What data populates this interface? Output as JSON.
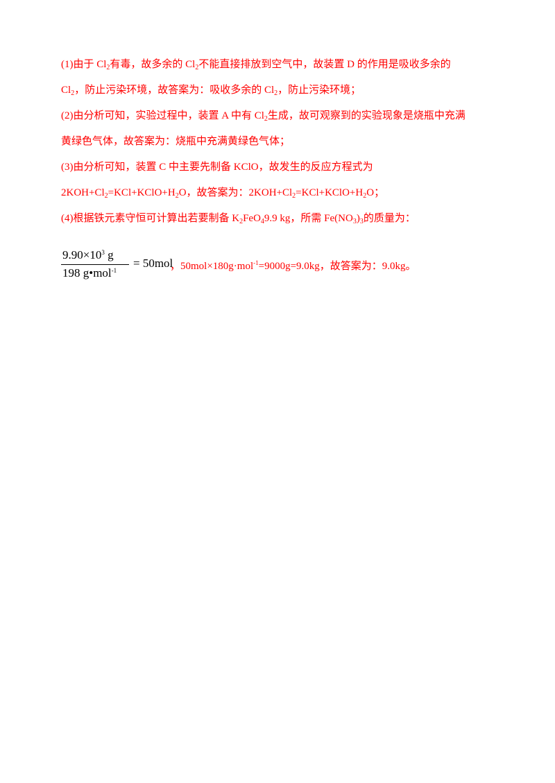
{
  "lines": [
    [
      {
        "t": "(1)由于 Cl"
      },
      {
        "sub": "2"
      },
      {
        "t": "有毒，故多余的 Cl"
      },
      {
        "sub": "2"
      },
      {
        "t": "不能直接排放到空气中，故装置 D 的作用是吸收多余的"
      }
    ],
    [
      {
        "t": "Cl"
      },
      {
        "sub": "2"
      },
      {
        "t": "，防止污染环境，故答案为：吸收多余的 Cl"
      },
      {
        "sub": "2"
      },
      {
        "t": "，防止污染环境；"
      }
    ],
    [
      {
        "t": "(2)由分析可知，实验过程中，装置 A 中有 Cl"
      },
      {
        "sub": "2"
      },
      {
        "t": "生成，故可观察到的实验现象是烧瓶中充满"
      }
    ],
    [
      {
        "t": "黄绿色气体，故答案为：烧瓶中充满黄绿色气体；"
      }
    ],
    [
      {
        "t": "(3)由分析可知，装置 C 中主要先制备 KClO，故发生的反应方程式为"
      }
    ],
    [
      {
        "t": "2KOH+Cl"
      },
      {
        "sub": "2"
      },
      {
        "t": "=KCl+KClO+H"
      },
      {
        "sub": "2"
      },
      {
        "t": "O，故答案为：2KOH+Cl"
      },
      {
        "sub": "2"
      },
      {
        "t": "=KCl+KClO+H"
      },
      {
        "sub": "2"
      },
      {
        "t": "O；"
      }
    ],
    [
      {
        "t": "(4)根据铁元素守恒可计算出若要制备 K"
      },
      {
        "sub": "2"
      },
      {
        "t": "FeO"
      },
      {
        "sub": "4"
      },
      {
        "t": "9.9 kg，所需 Fe(NO"
      },
      {
        "sub": "3"
      },
      {
        "t": ")"
      },
      {
        "sub": "3"
      },
      {
        "t": "的质量为："
      }
    ]
  ],
  "formula": {
    "numerator_a": "9.90×10",
    "numerator_exp": "3",
    "numerator_b": " g",
    "denominator_a": "198 g•mol",
    "denominator_exp": "-1",
    "equals": "= 50mol"
  },
  "result": {
    "a": "，50mol×180g·mol",
    "exp": "-1",
    "b": "=9000g=9.0kg，故答案为：9.0kg。"
  }
}
